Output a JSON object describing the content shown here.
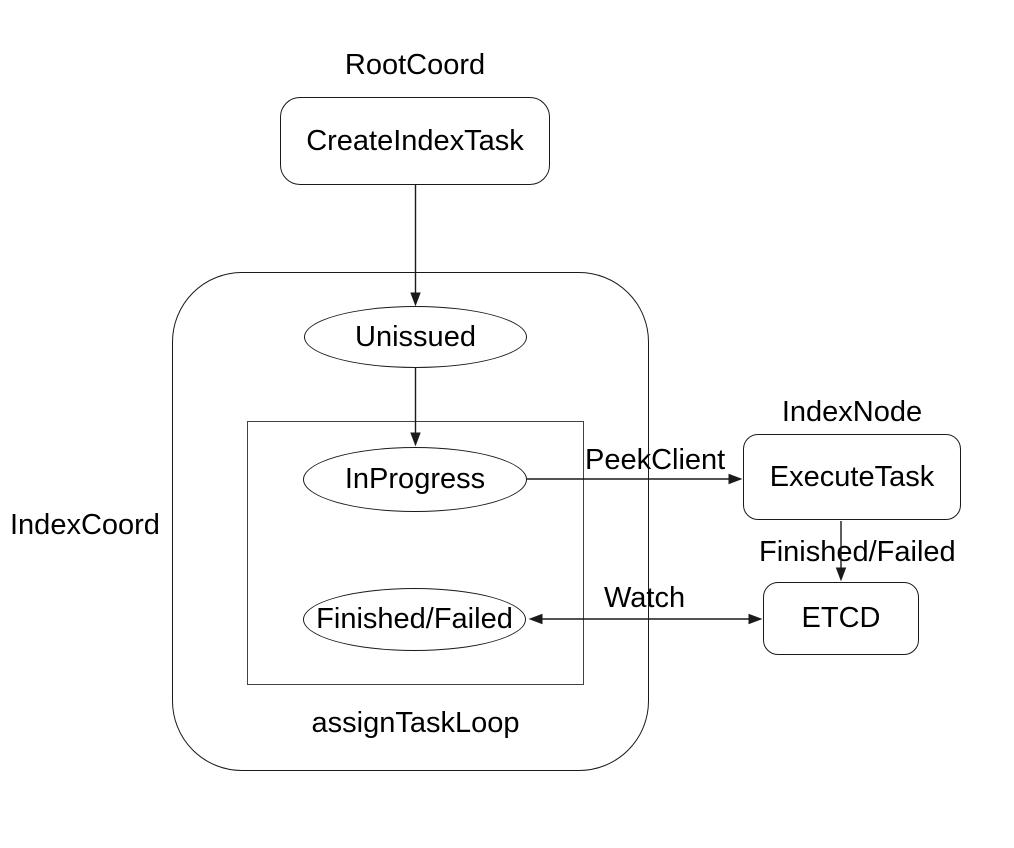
{
  "colors": {
    "background": "#ffffff",
    "stroke": "#1a1a1a",
    "text": "#000000"
  },
  "groups": {
    "root_coord_label": "RootCoord",
    "index_coord_label": "IndexCoord",
    "index_node_label": "IndexNode",
    "assign_task_loop_label": "assignTaskLoop"
  },
  "nodes": {
    "create_index_task": "CreateIndexTask",
    "unissued": "Unissued",
    "in_progress": "InProgress",
    "finished_failed": "Finished/Failed",
    "execute_task": "ExecuteTask",
    "etcd": "ETCD"
  },
  "edges": [
    {
      "id": "create-index-task-to-unissued",
      "from": "CreateIndexTask",
      "to": "Unissued",
      "label": "",
      "arrows": "end"
    },
    {
      "id": "unissued-to-in-progress",
      "from": "Unissued",
      "to": "InProgress",
      "label": "",
      "arrows": "end"
    },
    {
      "id": "in-progress-to-execute-task",
      "from": "InProgress",
      "to": "ExecuteTask",
      "label": "PeekClient",
      "arrows": "end"
    },
    {
      "id": "execute-task-to-etcd",
      "from": "ExecuteTask",
      "to": "ETCD",
      "label": "Finished/Failed",
      "arrows": "end"
    },
    {
      "id": "finished-failed-watch-etcd",
      "from": "Finished/Failed",
      "to": "ETCD",
      "label": "Watch",
      "arrows": "both"
    }
  ]
}
